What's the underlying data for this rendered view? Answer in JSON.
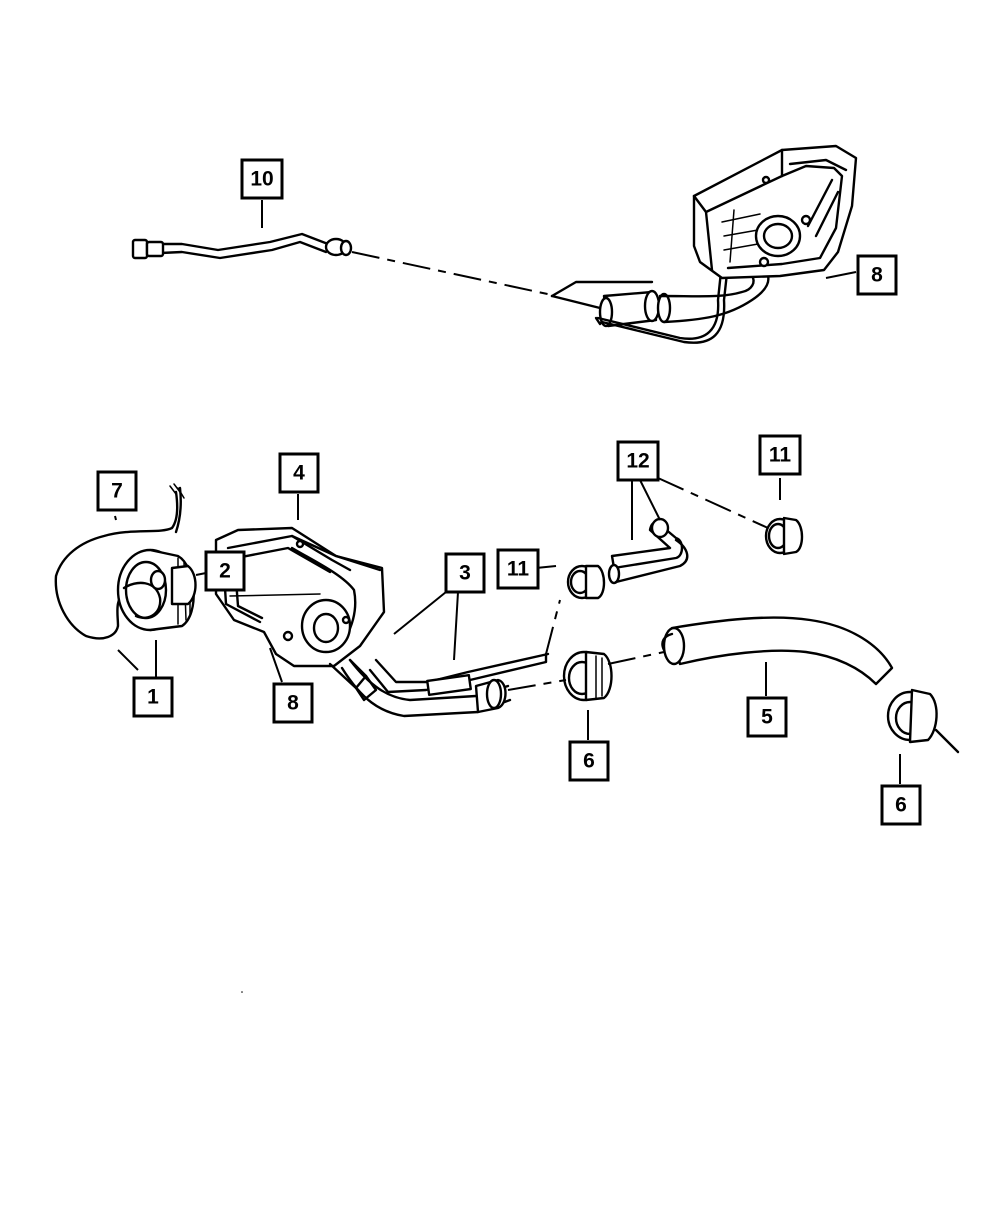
{
  "callouts": {
    "c10": "10",
    "c8_top": "8",
    "c7": "7",
    "c4": "4",
    "c2": "2",
    "c1": "1",
    "c8_bottom": "8",
    "c3": "3",
    "c11_left": "11",
    "c12": "12",
    "c11_right": "11",
    "c6_left": "6",
    "c5": "5",
    "c6_right": "6"
  }
}
